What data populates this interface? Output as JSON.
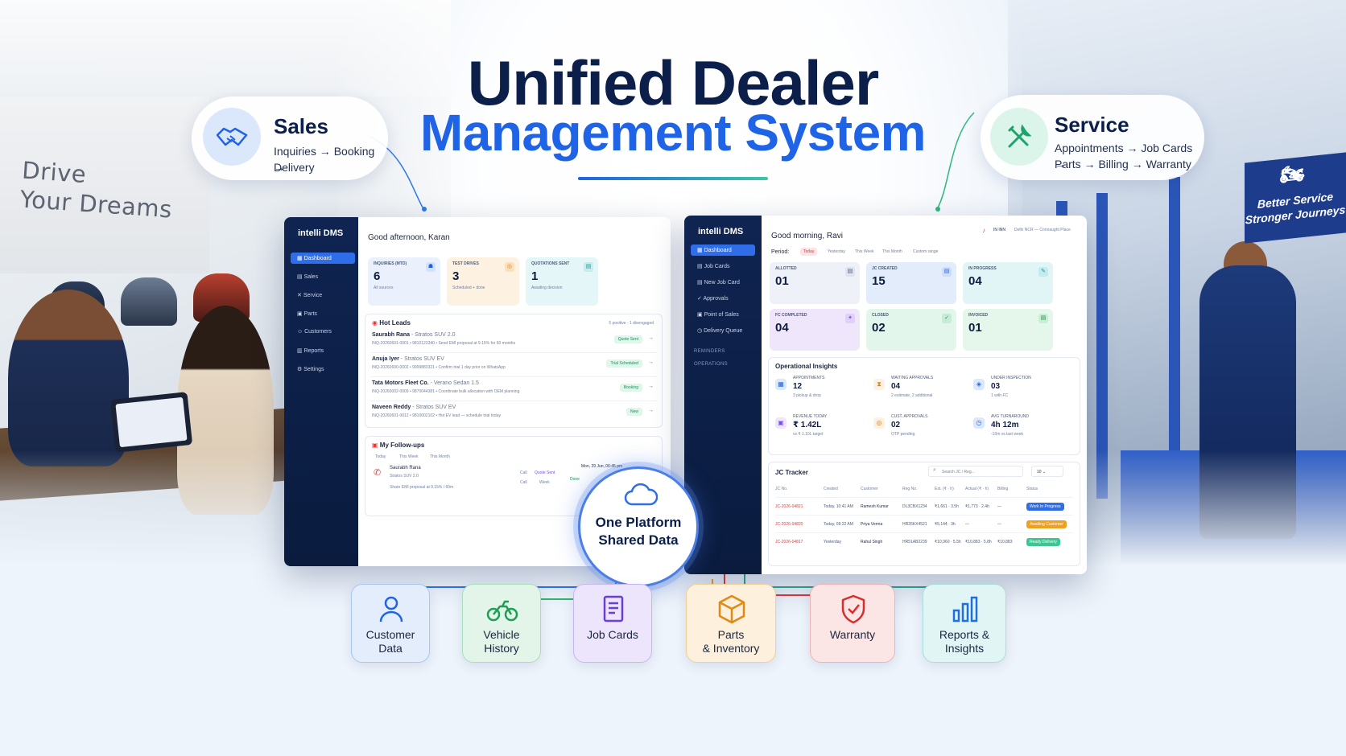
{
  "hero": {
    "title_line1": "Unified Dealer",
    "title_line2": "Management System",
    "wall_text_line1": "Drive",
    "wall_text_line2": "Your Dreams",
    "sign_line1": "Better Service",
    "sign_line2": "Stronger Journeys"
  },
  "sales_pill": {
    "title": "Sales",
    "line1": "Inquiries → Booking →",
    "line2": "Delivery"
  },
  "service_pill": {
    "title": "Service",
    "line1": "Appointments → Job Cards →",
    "line2": "Parts → Billing → Warranty"
  },
  "sales_window": {
    "brand": "intelli DMS",
    "nav": [
      "Dashboard",
      "Sales",
      "Service",
      "Parts",
      "Customers",
      "Reports",
      "Settings"
    ],
    "greeting": "Good afternoon, Karan",
    "kpis": [
      {
        "label": "Inquiries (MTD)",
        "value": "6",
        "sub": "All sources"
      },
      {
        "label": "Test Drives",
        "value": "3",
        "sub": "Scheduled + done"
      },
      {
        "label": "Quotations Sent",
        "value": "1",
        "sub": "Awaiting decision"
      }
    ],
    "hot_leads_title": "Hot Leads",
    "hot_leads_meta": "5 positive · 1 disengaged",
    "leads": [
      {
        "name": "Saurabh Rana",
        "model": " - Stratos SUV 2.0",
        "meta": "INQ-20260601-0001 • 9810123340 • Send EMI proposal at 9.15% for 60 months",
        "badge": "Quote Sent"
      },
      {
        "name": "Anuja Iyer",
        "model": " - Stratos SUV EV",
        "meta": "INQ-20260600-0002 • 9999883321 • Confirm trial 1 day prior on WhatsApp",
        "badge": "Trial Scheduled"
      },
      {
        "name": "Tata Motors Fleet Co.",
        "model": " - Verano Sedan 1.5",
        "meta": "INQ-20260002-0009 • 9870044381 • Coordinate bulk allocation with OEM planning",
        "badge": "Booking"
      },
      {
        "name": "Naveen Reddy",
        "model": " - Stratos SUV EV",
        "meta": "INQ-20260601-0012 • 9810002102 • Hot EV lead — schedule trial today",
        "badge": "New"
      }
    ],
    "followups_title": "My Follow-ups",
    "followup_tabs": [
      "Today",
      "This Week",
      "This Month"
    ],
    "followup": {
      "name": "Saurabh Rana",
      "meta": "Stratos SUV 2.0",
      "note": "Share EMI proposal at 9.15% / 60m",
      "date": "Mon, 29 Jun, 06:45 pm",
      "a1": "Call",
      "a2": "Quote Sent",
      "a3": "Call",
      "a4": "Week",
      "a5": "Done"
    }
  },
  "service_window": {
    "brand": "intelli DMS",
    "nav": [
      "Dashboard",
      "Job Cards",
      "New Job Card",
      "Approvals",
      "Point of Sales",
      "Delivery Queue"
    ],
    "sections": [
      "REMINDERS",
      "OPERATIONS"
    ],
    "greeting": "Good morning, Ravi",
    "location": "Delhi NCR — Connaught Place",
    "lang": "IN INN",
    "period_label": "Period:",
    "periods": [
      "Today",
      "Yesterday",
      "This Week",
      "This Month",
      "Custom range"
    ],
    "kpis": [
      {
        "label": "Allotted",
        "value": "01"
      },
      {
        "label": "JC Created",
        "value": "15"
      },
      {
        "label": "In Progress",
        "value": "04"
      },
      {
        "label": "FC Completed",
        "value": "04"
      },
      {
        "label": "Closed",
        "value": "02"
      },
      {
        "label": "Invoiced",
        "value": "01"
      }
    ],
    "insights_title": "Operational Insights",
    "insights": [
      {
        "label": "Appointments",
        "value": "12",
        "sub": "3 pickup & drop"
      },
      {
        "label": "Waiting Approvals",
        "value": "04",
        "sub": "2 estimate, 2 additional"
      },
      {
        "label": "Under Inspection",
        "value": "03",
        "sub": "1 with FC"
      },
      {
        "label": "Revenue Today",
        "value": "₹ 1.42L",
        "sub": "vs ₹ 1.10L target"
      },
      {
        "label": "Cust. Approvals",
        "value": "02",
        "sub": "OTP pending"
      },
      {
        "label": "Avg Turnaround",
        "value": "4h 12m",
        "sub": "-10m vs last week"
      }
    ],
    "tracker_title": "JC Tracker",
    "search_placeholder": "Search JC / Reg...",
    "page_size": "10",
    "columns": [
      "JC No.",
      "Created",
      "Customer",
      "Reg No.",
      "Est. (₹ · h)",
      "Actual (₹ · h)",
      "Billing",
      "Status"
    ],
    "rows": [
      {
        "jc": "JC-2026-04821",
        "created": "Today, 10:41 AM",
        "customer": "Ramesh Kumar",
        "reg": "DL3CBX1234",
        "est": "₹1,661 · 3.5h",
        "actual": "₹1,773 · 2.4h",
        "billing": "—",
        "status": "Work In Progress"
      },
      {
        "jc": "JC-2026-04820",
        "created": "Today, 09:22 AM",
        "customer": "Priya Verma",
        "reg": "HR26KX4521",
        "est": "₹5,144 · 3h",
        "actual": "—",
        "billing": "—",
        "status": "Awaiting Customer"
      },
      {
        "jc": "JC-2026-04817",
        "created": "Yesterday",
        "customer": "Rahul Singh",
        "reg": "HR51AB2239",
        "est": "₹10,960 · 5.5h",
        "actual": "₹10,883 · 5.8h",
        "billing": "₹10,883",
        "status": "Ready Delivery"
      }
    ]
  },
  "hub": {
    "line1": "One Platform",
    "line2": "Shared Data"
  },
  "modules": [
    {
      "line1": "Customer",
      "line2": "Data",
      "icon": "user-icon"
    },
    {
      "line1": "Vehicle",
      "line2": "History",
      "icon": "motorcycle-icon"
    },
    {
      "line1": "Job Cards",
      "line2": "",
      "icon": "document-icon"
    },
    {
      "line1": "Parts",
      "line2": "& Inventory",
      "icon": "box-icon"
    },
    {
      "line1": "Warranty",
      "line2": "",
      "icon": "shield-check-icon"
    },
    {
      "line1": "Reports &",
      "line2": "Insights",
      "icon": "bar-chart-icon"
    }
  ],
  "colors": {
    "navy": "#0b1f4a",
    "accent_blue": "#1f63e6",
    "sidebar": "#0f2451"
  }
}
